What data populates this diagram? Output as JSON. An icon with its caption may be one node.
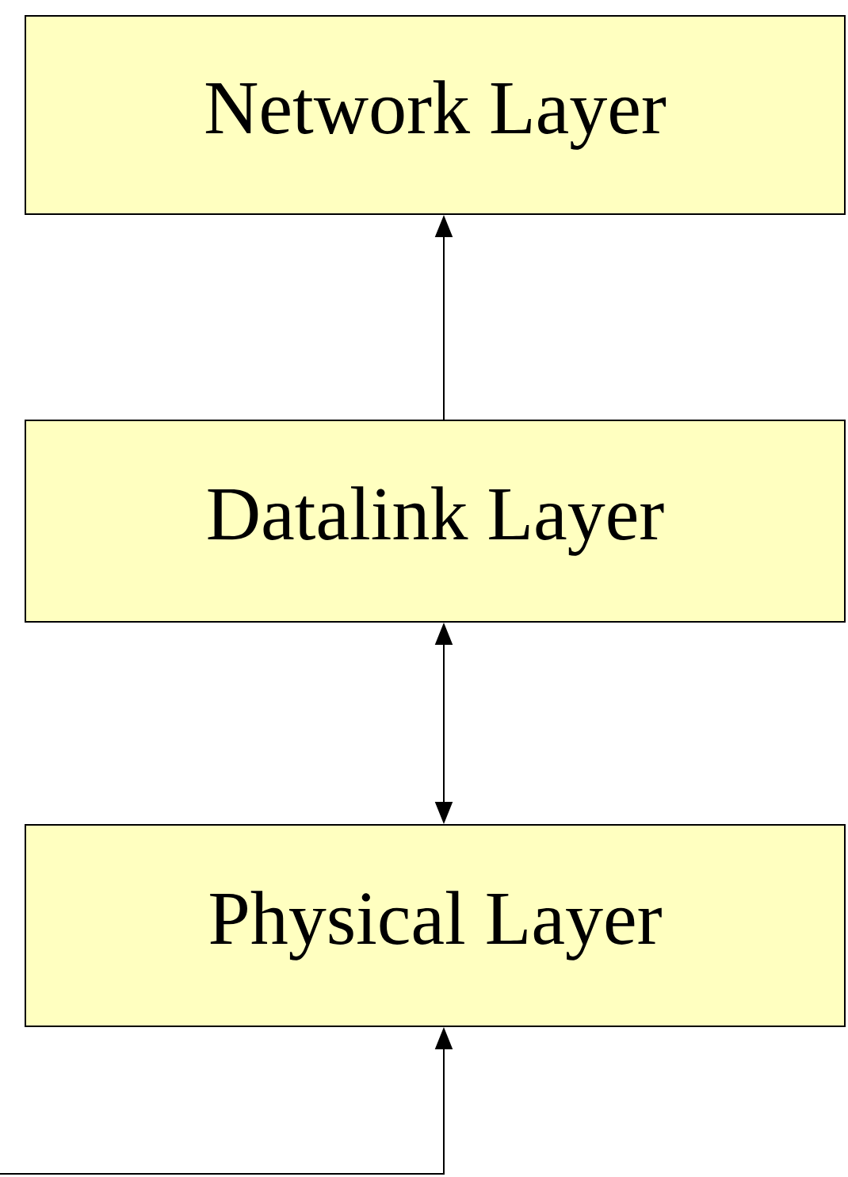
{
  "diagram": {
    "nodes": [
      {
        "text": [
          "Network Layer"
        ]
      },
      {
        "text": [
          "Datalink Layer"
        ]
      },
      {
        "text": [
          "Physical Layer"
        ]
      }
    ],
    "edges": [
      {
        "from": 1,
        "to": 0,
        "arrow": "to"
      },
      {
        "from": 1,
        "to": 2,
        "arrow": "both"
      },
      {
        "from": null,
        "to": 2,
        "arrow": "to"
      }
    ]
  }
}
